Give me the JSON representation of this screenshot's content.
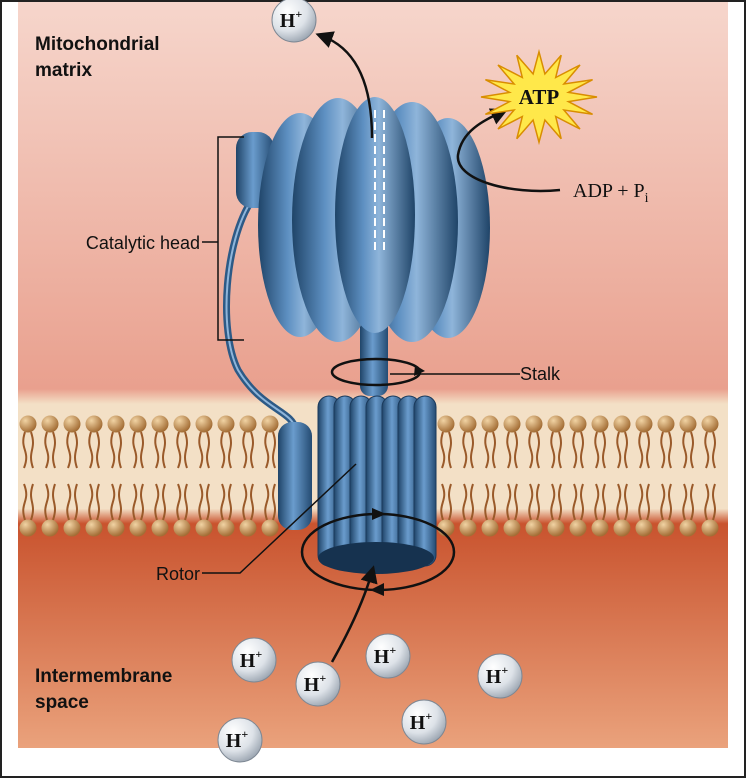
{
  "labels": {
    "matrix_line1": "Mitochondrial",
    "matrix_line2": "matrix",
    "space_line1": "Intermembrane",
    "space_line2": "space",
    "catalytic_head": "Catalytic head",
    "stalk": "Stalk",
    "rotor": "Rotor"
  },
  "reaction": {
    "product": "ATP",
    "substrate_main": "ADP + P",
    "substrate_sub": "i"
  },
  "proton": {
    "symbol": "H",
    "charge": "+"
  },
  "colors": {
    "protein": "#3d6e9e",
    "protein_dark": "#1f4468",
    "protein_light": "#8fb5da",
    "lipid_head": "#c9965a",
    "atp_burst": "#ffe84a"
  }
}
